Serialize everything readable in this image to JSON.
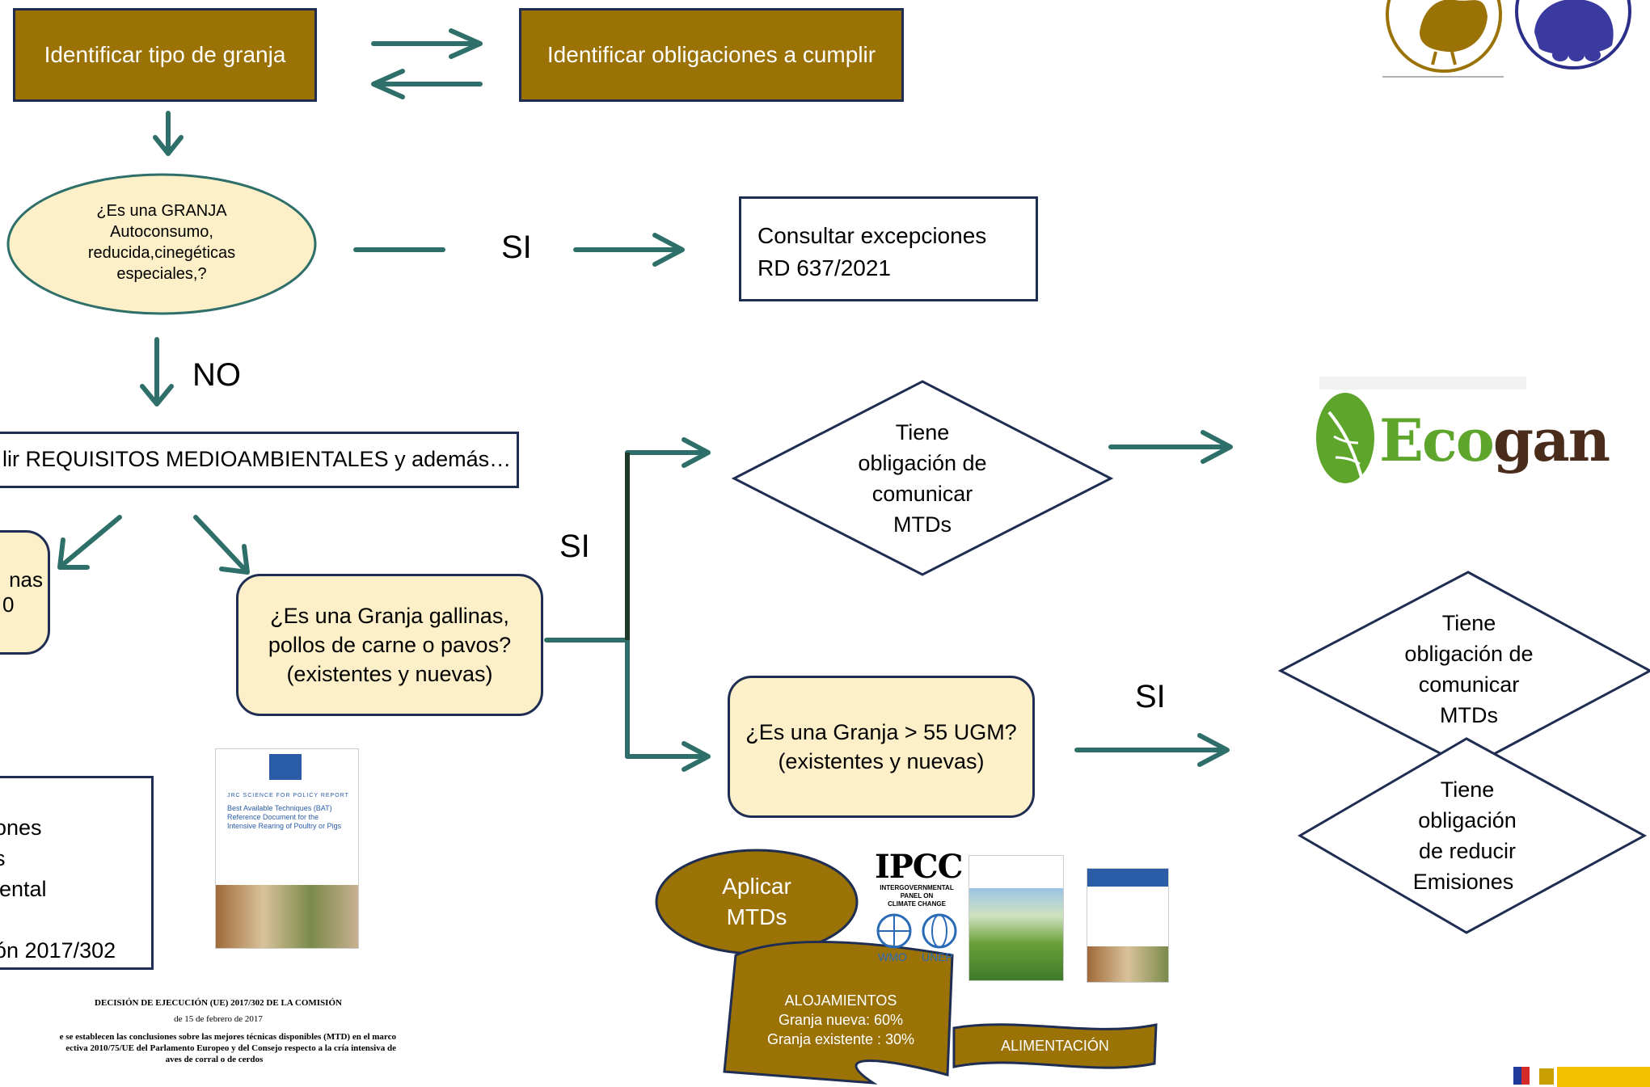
{
  "boxes": {
    "identificar_tipo": "Identificar tipo de granja",
    "identificar_obligaciones": "Identificar obligaciones a cumplir",
    "consultar_excepciones_l1": "Consultar excepciones",
    "consultar_excepciones_l2": "RD 637/2021",
    "cumplir_requisitos": "lir REQUISITOS MEDIOAMBIENTALES y además…",
    "left_cut_l1": "nas",
    "left_cut_l2": "0",
    "granja_gallinas_l1": "¿Es una Granja gallinas,",
    "granja_gallinas_l2": "pollos de carne o pavos?",
    "granja_gallinas_l3": "(existentes y nuevas)",
    "granja_ugm_l1": "¿Es una Granja > 55 UGM?",
    "granja_ugm_l2": "(existentes y nuevas)",
    "left_list_l1": "ones",
    "left_list_l2": "s",
    "left_list_l3": "iental",
    "left_list_l4": "ón 2017/302"
  },
  "ellipse": {
    "l1": "¿Es una GRANJA",
    "l2": "Autoconsumo,",
    "l3": "reducida,cinegéticas",
    "l4": "especiales,?"
  },
  "labels": {
    "si_1": "SI",
    "no": "NO",
    "si_2": "SI",
    "si_3": "SI"
  },
  "diamonds": {
    "comunicar_1": [
      "Tiene",
      "obligación de",
      "comunicar",
      "MTDs"
    ],
    "comunicar_2": [
      "Tiene",
      "obligación de",
      "comunicar",
      "MTDs"
    ],
    "reducir": [
      "Tiene",
      "obligación",
      "de reducir",
      "Emisiones"
    ]
  },
  "aplicar": {
    "l1": "Aplicar",
    "l2": "MTDs"
  },
  "alojamientos": {
    "l1": "ALOJAMIENTOS",
    "l2": "Granja nueva: 60%",
    "l3": "Granja  existente : 30%"
  },
  "alimentacion": "ALIMENTACIÓN",
  "logos": {
    "ecogan_eco": "Eco",
    "ecogan_gan": "gan",
    "ipcc_title": "IPCC",
    "ipcc_sub1": "INTERGOVERNMENTAL",
    "ipcc_sub2": "PANEL ON",
    "ipcc_sub3": "CLIMATE CHANGE",
    "wmo": "WMO",
    "unep": "UNEP"
  },
  "bat_doc": {
    "series": "JRC SCIENCE FOR POLICY REPORT",
    "title_l1": "Best Available Techniques (BAT)",
    "title_l2": "Reference Document for the",
    "title_l3": "Intensive Rearing of Poultry or Pigs"
  },
  "decision": {
    "title": "DECISIÓN DE EJECUCIÓN (UE) 2017/302 DE LA COMISIÓN",
    "date": "de 15 de febrero de 2017",
    "body_l1": "e se establecen las conclusiones sobre las mejores técnicas disponibles (MTD) en el marco",
    "body_l2": "ectiva 2010/75/UE del Parlamento Europeo y del Consejo respecto a la cría intensiva de",
    "body_l3": "aves de corral o de cerdos"
  },
  "colors": {
    "brown": "#9a7206",
    "teal": "#2e6f6a",
    "navy": "#1f2d52",
    "cream": "#fdf0c8",
    "ellipse_fill": "#fdf0c8",
    "ecogan_green": "#5da52b",
    "ecogan_brown": "#4a2c1a"
  }
}
